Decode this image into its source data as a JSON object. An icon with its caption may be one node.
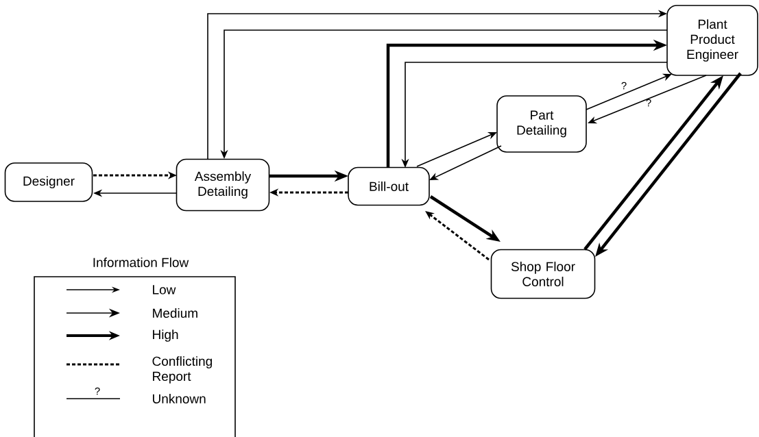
{
  "diagram": {
    "nodes": [
      {
        "text": [
          "Designer"
        ]
      },
      {
        "text": [
          "Assembly Detailing"
        ]
      },
      {
        "text": [
          "Bill-out"
        ]
      },
      {
        "text": [
          "Part Detailing"
        ]
      },
      {
        "text": [
          "Plant Product Engineer"
        ]
      },
      {
        "text": [
          "Shop Floor Control"
        ]
      }
    ],
    "edges": [
      {
        "from": 0,
        "to": 1,
        "arrow": "to",
        "style": "dashed"
      },
      {
        "from": 1,
        "to": 0,
        "arrow": "to"
      },
      {
        "from": 1,
        "to": 2,
        "arrow": "to",
        "style": "thick"
      },
      {
        "from": 2,
        "to": 1,
        "arrow": "to",
        "style": "dashed"
      },
      {
        "from": 1,
        "to": 4,
        "arrow": "to"
      },
      {
        "from": 4,
        "to": 1,
        "arrow": "to"
      },
      {
        "from": 2,
        "to": 4,
        "arrow": "to",
        "style": "thick"
      },
      {
        "from": 4,
        "to": 2,
        "arrow": "to"
      },
      {
        "from": 2,
        "to": 3,
        "arrow": "to"
      },
      {
        "from": 3,
        "to": 2,
        "arrow": "to"
      },
      {
        "from": 3,
        "to": 4,
        "arrow": "to",
        "label": "?"
      },
      {
        "from": 4,
        "to": 3,
        "arrow": "to",
        "label": "?"
      },
      {
        "from": 2,
        "to": 5,
        "arrow": "to",
        "style": "thick"
      },
      {
        "from": 5,
        "to": 2,
        "arrow": "to",
        "style": "dashed"
      },
      {
        "from": 5,
        "to": 4,
        "arrow": "to",
        "style": "thick"
      },
      {
        "from": 4,
        "to": 5,
        "arrow": "to",
        "style": "thick"
      }
    ],
    "labels": [
      "Information Flow",
      "?"
    ],
    "legend": [
      {
        "text": "Low"
      },
      {
        "text": "Medium"
      },
      {
        "text": "High"
      },
      {
        "text": "Conflicting Report"
      },
      {
        "text": "Unknown"
      }
    ]
  }
}
